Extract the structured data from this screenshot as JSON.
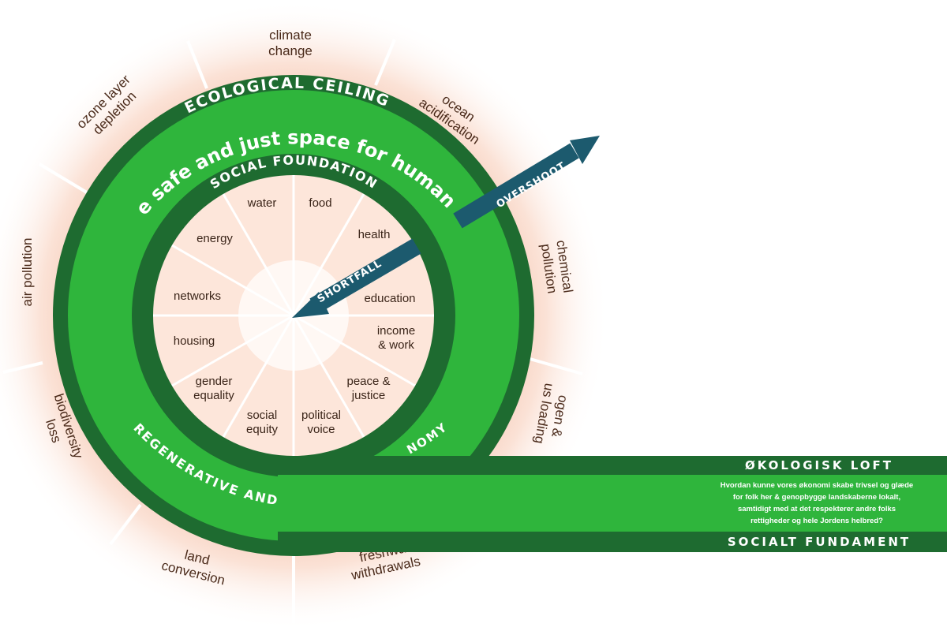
{
  "colors": {
    "dark_green": "#1e6b30",
    "bright_green": "#2fb53c",
    "arrow": "#1c5a6e",
    "glow": "#f7c4ae",
    "label_text": "#4a2a1a"
  },
  "diagram": {
    "ecological_ceiling": "ECOLOGICAL CEILING",
    "safe_space": "the safe and just space for humanity",
    "social_foundation": "SOCIAL FOUNDATION",
    "regenerative": "REGENERATIVE AND",
    "economy_partial": "NOMY",
    "overshoot": "OVERSHOOT",
    "shortfall": "SHORTFALL",
    "planetary_boundaries": [
      [
        "climate",
        "change"
      ],
      [
        "ocean",
        "acidification"
      ],
      [
        "chemical",
        "pollution"
      ],
      [
        "ogen &",
        "us loading"
      ],
      [
        "freshwa",
        "withdrawals"
      ],
      [
        "land",
        "conversion"
      ],
      [
        "biodiversity",
        "loss"
      ],
      [
        "air pollution"
      ],
      [
        "ozone layer",
        "depletion"
      ]
    ],
    "social_needs": [
      [
        "water"
      ],
      [
        "food"
      ],
      [
        "health"
      ],
      [
        "education"
      ],
      [
        "income",
        "& work"
      ],
      [
        "peace &",
        "justice"
      ],
      [
        "political",
        "voice"
      ],
      [
        "social",
        "equity"
      ],
      [
        "gender",
        "equality"
      ],
      [
        "housing"
      ],
      [
        "networks"
      ],
      [
        "energy"
      ]
    ]
  },
  "banner": {
    "top_title": "ØKOLOGISK LOFT",
    "question": "Hvordan kunne vores økonomi skabe trivsel og glæde for folk her & genopbygge landskaberne lokalt, samtidigt med at det respekterer andre folks rettigheder og hele Jordens helbred?",
    "bottom_title": "SOCIALT FUNDAMENT"
  }
}
